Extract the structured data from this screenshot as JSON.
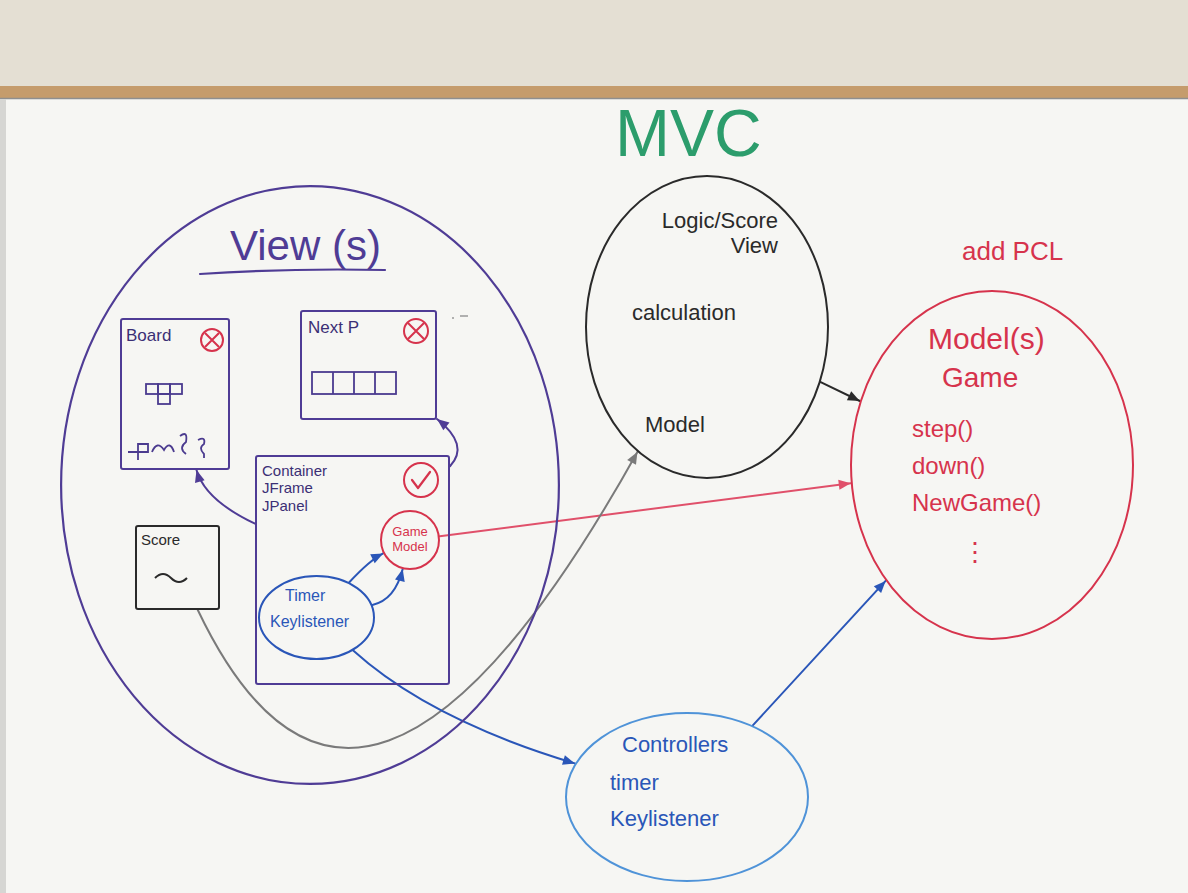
{
  "diagram": {
    "title": "MVC",
    "nodes": [
      {
        "text": [
          "View (s)"
        ]
      },
      {
        "text": [
          "Board"
        ],
        "in": 0
      },
      {
        "text": [
          "Next P"
        ],
        "in": 0
      },
      {
        "text": [
          "Container JFrame JPanel"
        ],
        "in": 0
      },
      {
        "text": [
          "Timer",
          "Keylistener"
        ],
        "in": 3
      },
      {
        "text": [
          "Game Model"
        ],
        "in": 3
      },
      {
        "text": [
          "Score"
        ],
        "in": 0
      },
      {
        "text": [
          "Logic/Score View",
          "calculation",
          "Model"
        ]
      },
      {
        "text": [
          "Model(s)",
          "Game",
          "step()",
          "down()",
          "NewGame()",
          "⋮"
        ]
      },
      {
        "text": [
          "Controllers",
          "timer",
          "Keylistener"
        ]
      }
    ],
    "edges": [
      {
        "from": 3,
        "to": 1,
        "arrow": "to"
      },
      {
        "from": 3,
        "to": 2,
        "arrow": "to"
      },
      {
        "from": 4,
        "to": 5,
        "arrow": "to"
      },
      {
        "from": 4,
        "to": 5,
        "arrow": "to"
      },
      {
        "from": 5,
        "to": 8,
        "arrow": "to"
      },
      {
        "from": 7,
        "to": 8,
        "arrow": "to"
      },
      {
        "from": 6,
        "to": 7,
        "arrow": "to"
      },
      {
        "from": 4,
        "to": 9,
        "arrow": "to"
      },
      {
        "from": 9,
        "to": 8,
        "arrow": "to"
      }
    ],
    "labels": [
      "add PCL"
    ]
  }
}
